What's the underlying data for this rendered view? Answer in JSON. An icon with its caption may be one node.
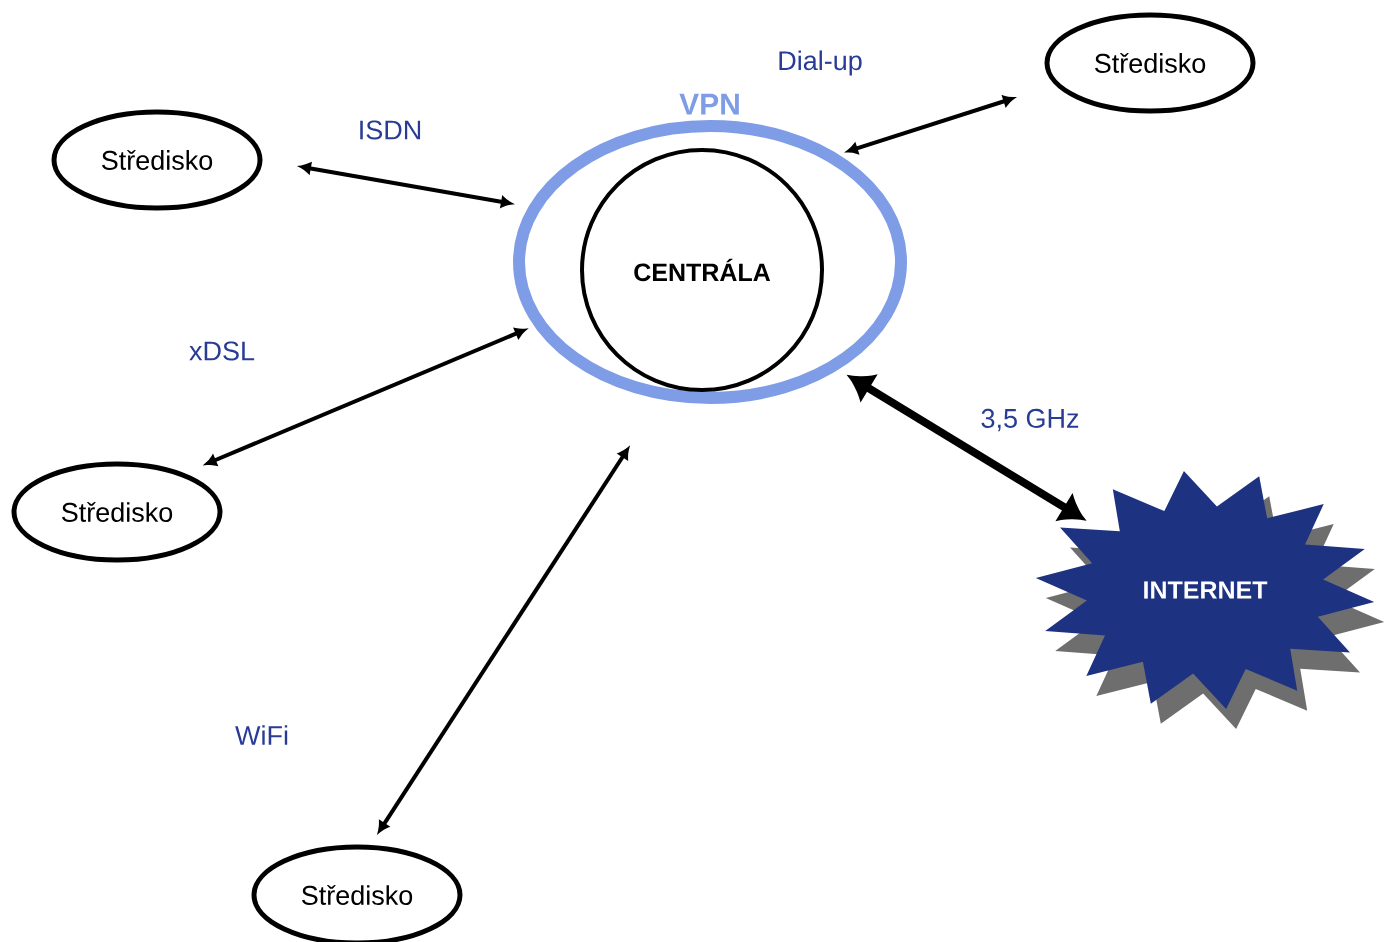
{
  "diagram": {
    "nodes": [
      {
        "text": [
          "VPN"
        ]
      },
      {
        "text": [
          "CENTRÁLA"
        ],
        "in": 0
      },
      {
        "text": [
          "Středisko"
        ]
      },
      {
        "text": [
          "Středisko"
        ]
      },
      {
        "text": [
          "Středisko"
        ]
      },
      {
        "text": [
          "Středisko"
        ]
      },
      {
        "text": [
          "INTERNET"
        ]
      }
    ],
    "edges": [
      {
        "from": 2,
        "to": 0,
        "arrow": "both",
        "label": "ISDN"
      },
      {
        "from": 3,
        "to": 0,
        "arrow": "both",
        "label": "Dial-up"
      },
      {
        "from": 4,
        "to": 0,
        "arrow": "both",
        "label": "xDSL"
      },
      {
        "from": 5,
        "to": 0,
        "arrow": "both",
        "label": "WiFi"
      },
      {
        "from": 6,
        "to": 0,
        "arrow": "both",
        "label": "3,5 GHz",
        "style": "thick"
      }
    ]
  }
}
